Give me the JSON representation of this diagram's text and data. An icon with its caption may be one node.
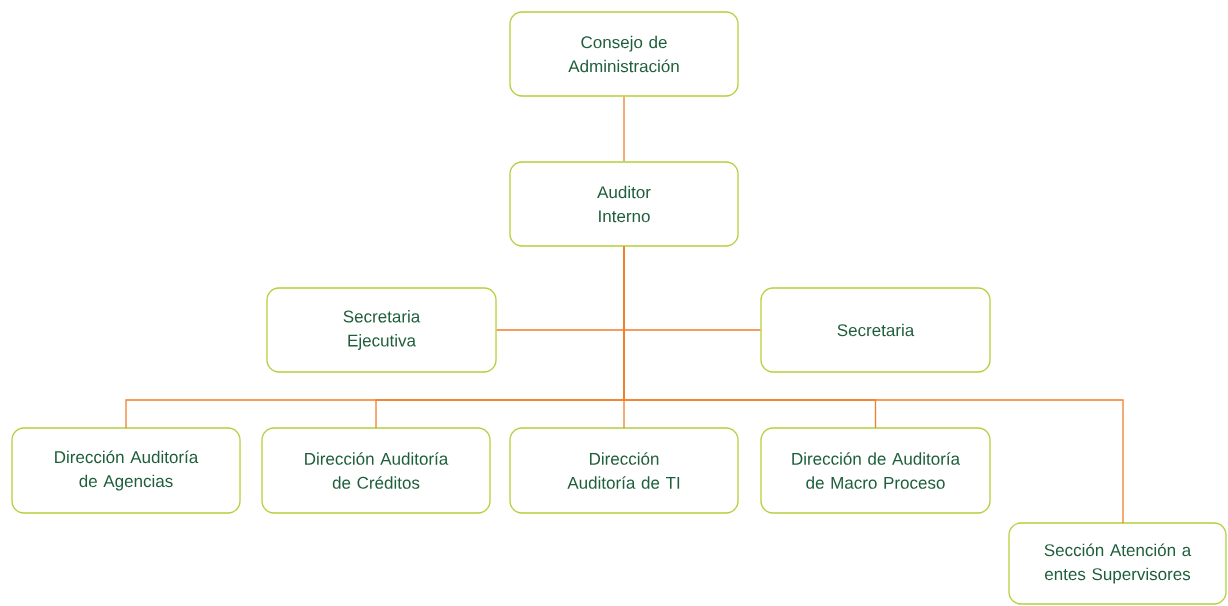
{
  "diagram": {
    "nodes": [
      {
        "text": [
          "Consejo de Administración"
        ]
      },
      {
        "text": [
          "Auditor Interno"
        ]
      },
      {
        "text": [
          "Secretaria Ejecutiva"
        ]
      },
      {
        "text": [
          "Secretaria"
        ]
      },
      {
        "text": [
          "Dirección Auditoría de Agencias"
        ]
      },
      {
        "text": [
          "Dirección Auditoría de Créditos"
        ]
      },
      {
        "text": [
          "Dirección Auditoría de TI"
        ]
      },
      {
        "text": [
          "Dirección de Auditoría de Macro Proceso"
        ]
      },
      {
        "text": [
          "Sección Atención a entes Supervisores"
        ]
      }
    ],
    "edges": [
      {
        "from": 0,
        "to": 1,
        "arrow": "none"
      },
      {
        "from": 1,
        "to": 2,
        "arrow": "none"
      },
      {
        "from": 1,
        "to": 3,
        "arrow": "none"
      },
      {
        "from": 1,
        "to": 4,
        "arrow": "none"
      },
      {
        "from": 1,
        "to": 5,
        "arrow": "none"
      },
      {
        "from": 1,
        "to": 6,
        "arrow": "none"
      },
      {
        "from": 1,
        "to": 7,
        "arrow": "none"
      },
      {
        "from": 1,
        "to": 8,
        "arrow": "none"
      }
    ]
  }
}
